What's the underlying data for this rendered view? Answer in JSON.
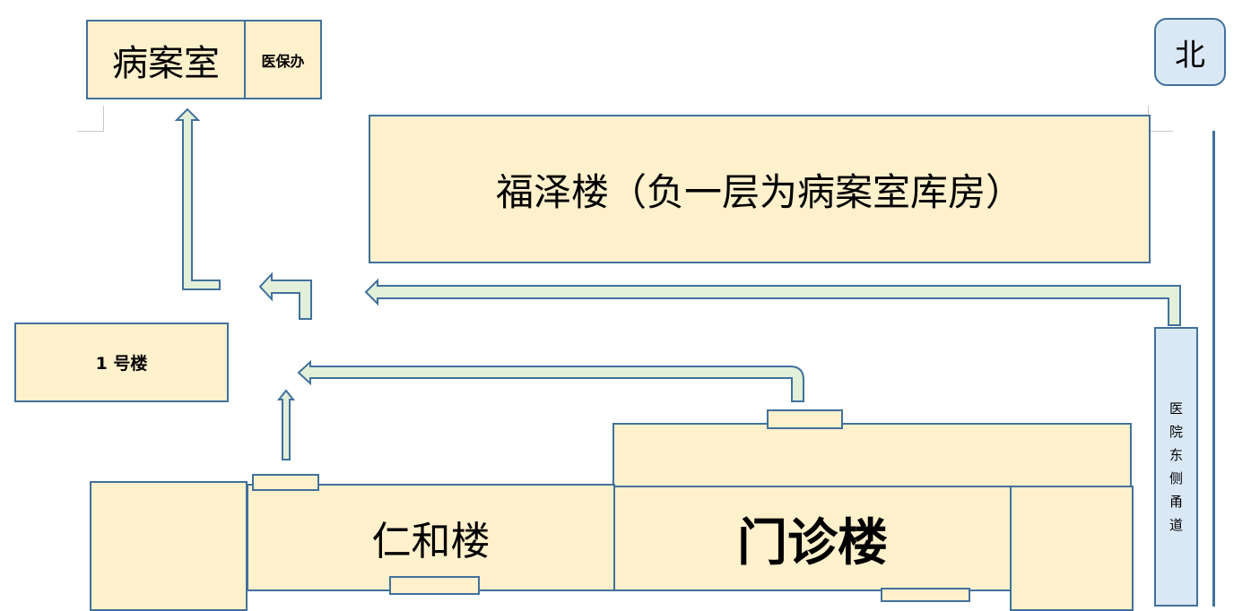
{
  "rooms": {
    "medical_records": "病案室",
    "insurance_office": "医保办",
    "fuze_building": "福泽楼（负一层为病案室库房）",
    "building_1": "1 号楼",
    "renhe_building": "仁和楼",
    "outpatient_building": "门诊楼",
    "east_passage": [
      "医",
      "院",
      "东",
      "侧",
      "甬",
      "道"
    ]
  },
  "compass": {
    "north": "北"
  },
  "colors": {
    "building_fill": "#fff1cc",
    "border": "#41719c",
    "passage_fill": "#dae8f6",
    "arrow_fill": "#e2f0d9"
  }
}
